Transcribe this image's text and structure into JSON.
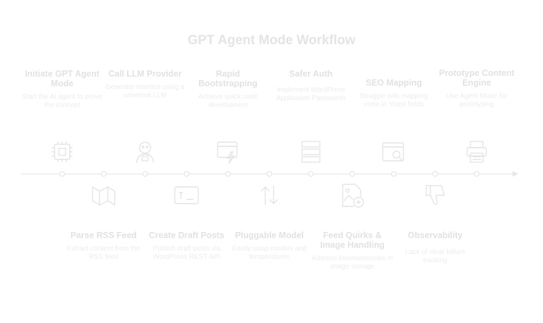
{
  "title": "GPT Agent Mode Workflow",
  "colors": {
    "text": "#e2e2e2",
    "line": "#e6e6e6"
  },
  "steps_top": [
    {
      "title": "Initiate GPT Agent Mode",
      "desc": "Start the AI agent to prove the concept",
      "icon": "chip-icon"
    },
    {
      "title": "Call LLM Provider",
      "desc": "Generate rewrites using a universal LLM",
      "icon": "robot-icon"
    },
    {
      "title": "Rapid Bootstrapping",
      "desc": "Achieve quick code development",
      "icon": "fast-window-icon"
    },
    {
      "title": "Safer Auth",
      "desc": "Implement WordPress Application Passwords",
      "icon": "server-icon"
    },
    {
      "title": "SEO Mapping",
      "desc": "Struggle with mapping meta to Yoast fields",
      "icon": "search-window-icon"
    },
    {
      "title": "Prototype Content Engine",
      "desc": "Use Agent Mode for prototyping",
      "icon": "printer-icon"
    }
  ],
  "steps_bottom": [
    {
      "title": "Parse RSS Feed",
      "desc": "Extract content from the RSS feed",
      "icon": "rss-fold-icon"
    },
    {
      "title": "Create Draft Posts",
      "desc": "Publish draft posts via WordPress REST API",
      "icon": "terminal-icon"
    },
    {
      "title": "Pluggable Model",
      "desc": "Easily swap models and temperatures",
      "icon": "swap-arrows-icon"
    },
    {
      "title": "Feed Quirks & Image Handling",
      "desc": "Address inconsistencies in image storage",
      "icon": "image-file-icon"
    },
    {
      "title": "Observability",
      "desc": "Lack of clear failure tracking",
      "icon": "thumbs-down-icon"
    }
  ]
}
